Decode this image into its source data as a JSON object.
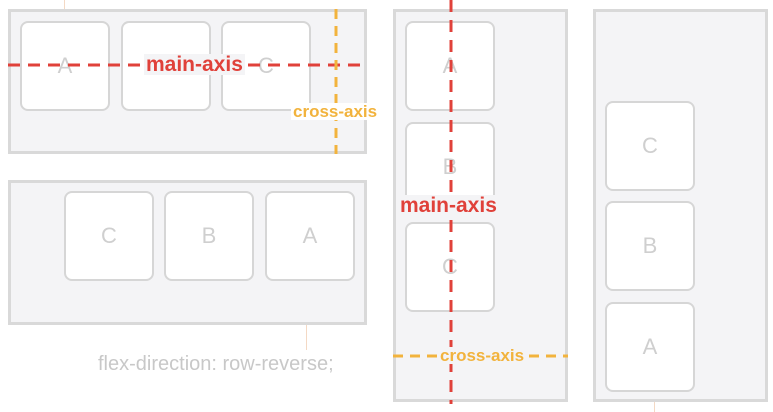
{
  "labels": {
    "main_axis": "main-axis",
    "cross_axis": "cross-axis"
  },
  "caption": "flex-direction: row-reverse;",
  "containers": {
    "row": {
      "items": [
        "A",
        "B",
        "C"
      ]
    },
    "row_reverse": {
      "items": [
        "C",
        "B",
        "A"
      ]
    },
    "column": {
      "items": [
        "A",
        "B",
        "C"
      ]
    },
    "column_reverse": {
      "items": [
        "C",
        "B",
        "A"
      ]
    }
  },
  "colors": {
    "main_axis": "#e0413a",
    "cross_axis": "#f2b33d",
    "container_bg": "#f4f4f6",
    "container_border": "#d9d9d9",
    "item_text": "#cfcfcf"
  }
}
